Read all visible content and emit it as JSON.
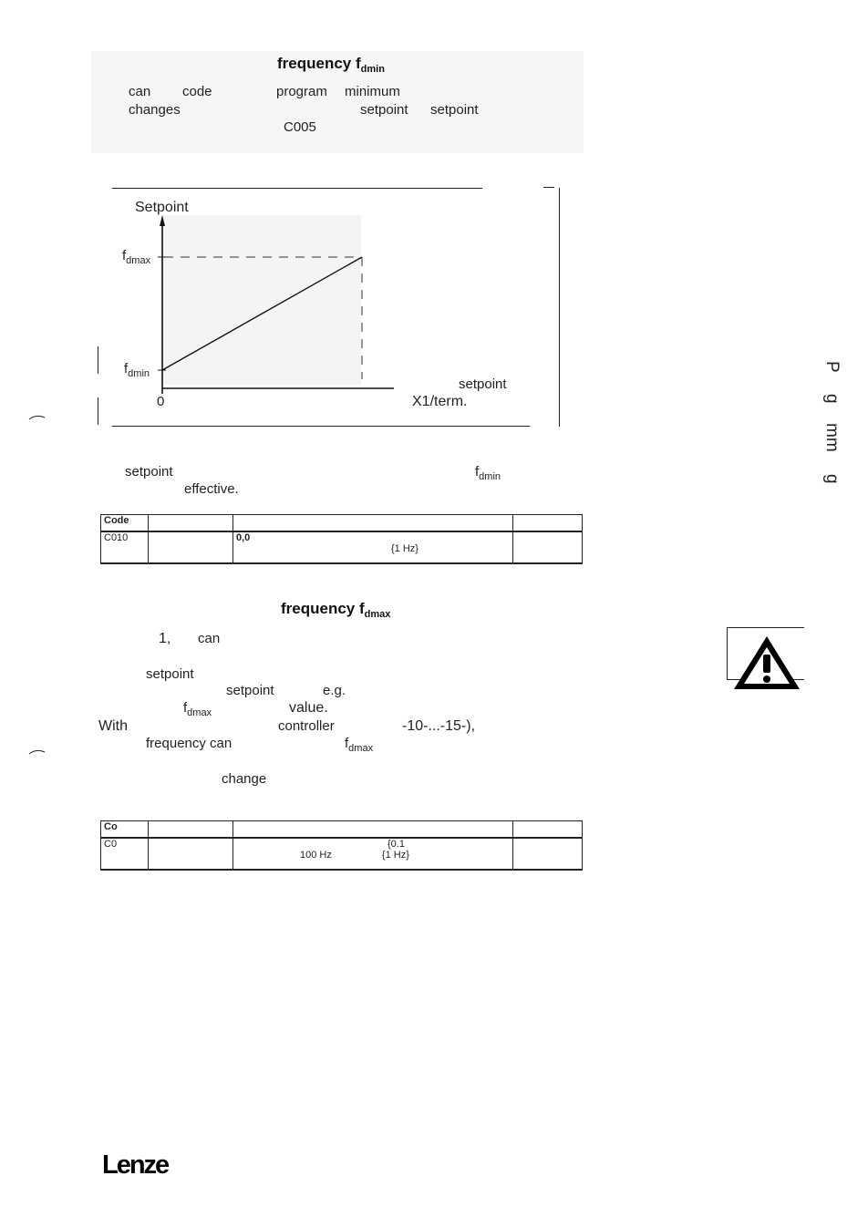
{
  "section1": {
    "heading": "frequency f",
    "heading_sub": "dmin",
    "line1": [
      "can",
      "code",
      "program",
      "minimum"
    ],
    "line2": [
      "changes",
      "setpoint",
      "setpoint"
    ],
    "line3": [
      "C005"
    ]
  },
  "figure": {
    "ylabel": "Setpoint",
    "fmax": "f",
    "fmax_sub": "dmax",
    "fmin": "f",
    "fmin_sub": "dmin",
    "x0": "0",
    "xlabel1": "setpoint",
    "xlabel2": "X1/term."
  },
  "after_figure": {
    "w1": "setpoint",
    "w2": "f",
    "w2_sub": "dmin",
    "w3": "effective."
  },
  "table1": {
    "header": [
      "Code",
      "",
      "",
      ""
    ],
    "row_code": "C010",
    "row_val": "0,0",
    "row_step": "{1 Hz}"
  },
  "section2": {
    "heading": "frequency f",
    "heading_sub": "dmax",
    "w_1": "1,",
    "w_can": "can",
    "w_setpoint1": "setpoint",
    "w_setpoint2": "setpoint",
    "w_eg": "e.g.",
    "w_fdmax": "f",
    "w_fdmax_sub": "dmax",
    "w_value": "value.",
    "w_with": "With",
    "w_controller": "controller",
    "w_range": "-10-...-15-),",
    "w_freq": "frequency can",
    "w_fdmax2": "f",
    "w_fdmax2_sub": "dmax",
    "w_change": "change"
  },
  "table2": {
    "header_code": "Co",
    "row_code": "C0",
    "cell1": "{0.1",
    "cell2a": "100 Hz",
    "cell2b": "{1 Hz}"
  },
  "sidebar": {
    "tab_chars": [
      "P",
      "g",
      "mm",
      "g"
    ]
  },
  "footer": {
    "logo": "Lenze"
  }
}
